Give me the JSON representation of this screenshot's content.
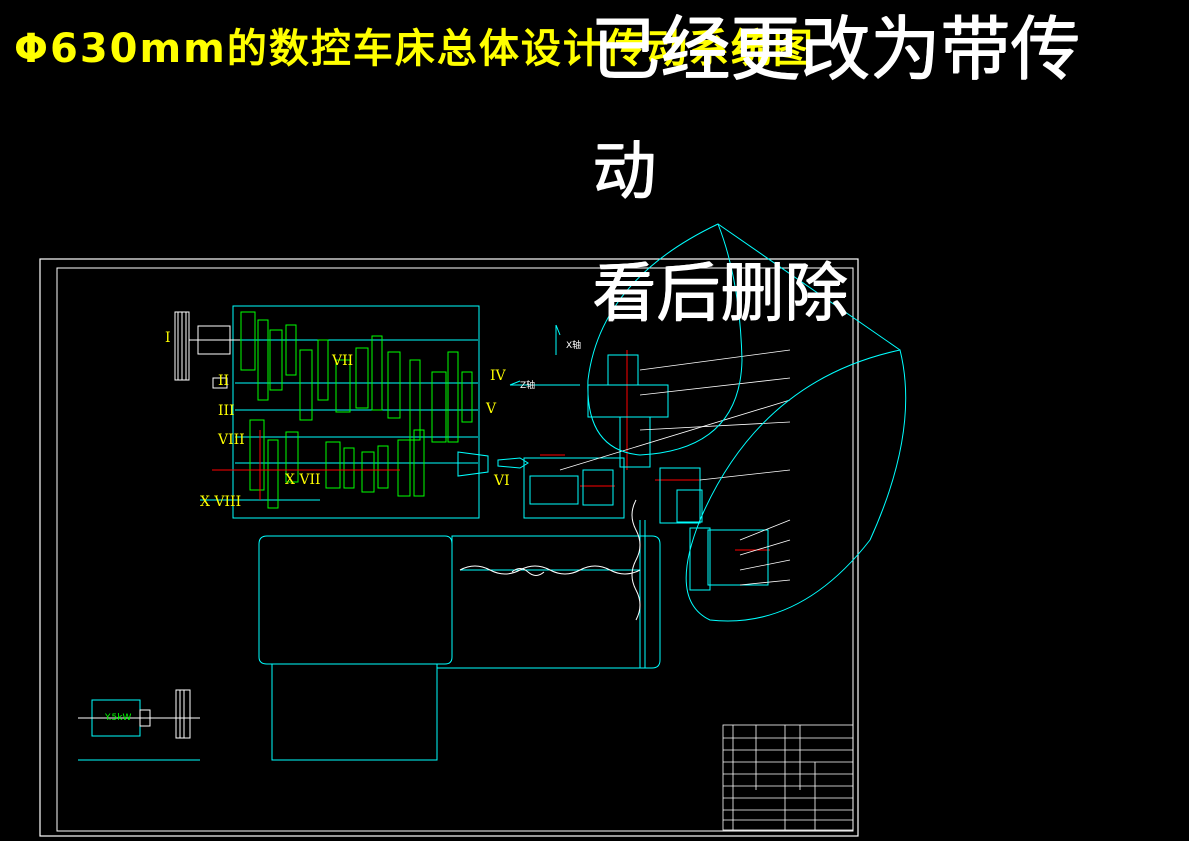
{
  "title": "Φ630mm的数控车床总体设计传动系统图",
  "overlay": {
    "line1": "已经更改为带传",
    "line2": "动",
    "line3": "看后删除"
  },
  "shaft_labels": {
    "I": "I",
    "II": "II",
    "III": "III",
    "IV": "IV",
    "V": "V",
    "VI": "VI",
    "VII": "VII",
    "VIII": "VIII",
    "XVII": "X VII",
    "XVIII": "X VIII"
  },
  "axes": {
    "x": "X轴",
    "z": "Z轴"
  },
  "motor_label": "Y.5kW",
  "colors": {
    "background": "#000000",
    "title": "#ffff00",
    "line": "#00ffff",
    "gear": "#00ff00",
    "label": "#ffff00",
    "accent": "#ff0000",
    "overlay": "#ffffff"
  }
}
